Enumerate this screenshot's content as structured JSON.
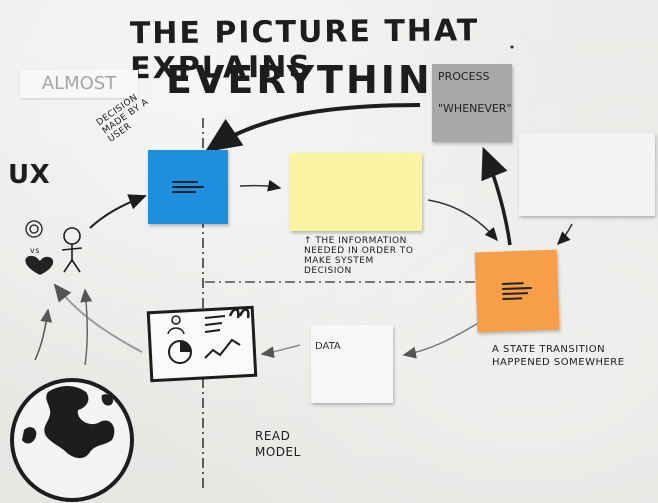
{
  "title": {
    "line1": "THE PICTURE THAT EXPLAINS",
    "line2": "EVERYTHING"
  },
  "almost": "ALMOST",
  "labels": {
    "decision": "DECISION MADE BY A USER",
    "ux": "UX",
    "vs": "vs",
    "process_title": "PROCESS",
    "process_sub": "\"WHENEVER\"",
    "information": "↑ THE INFORMATION NEEDED IN ORDER TO MAKE SYSTEM DECISION",
    "state_transition": "A STATE TRANSITION HAPPENED SOMEWHERE",
    "data": "DATA",
    "read_model": "READ MODEL"
  },
  "colors": {
    "blue_note": "#1f8fe0",
    "yellow_note": "#f9f3a2",
    "orange_note": "#f79e49",
    "gray_note": "#a9a9a9",
    "white_note": "#f3f3f3",
    "ink": "#1d1d1d"
  },
  "icons": {
    "user": "stick-figure-icon",
    "thought": "thought-bubble-icon",
    "heart": "heart-icon",
    "globe": "globe-icon",
    "dashboard": "dashboard-screen-icon"
  }
}
